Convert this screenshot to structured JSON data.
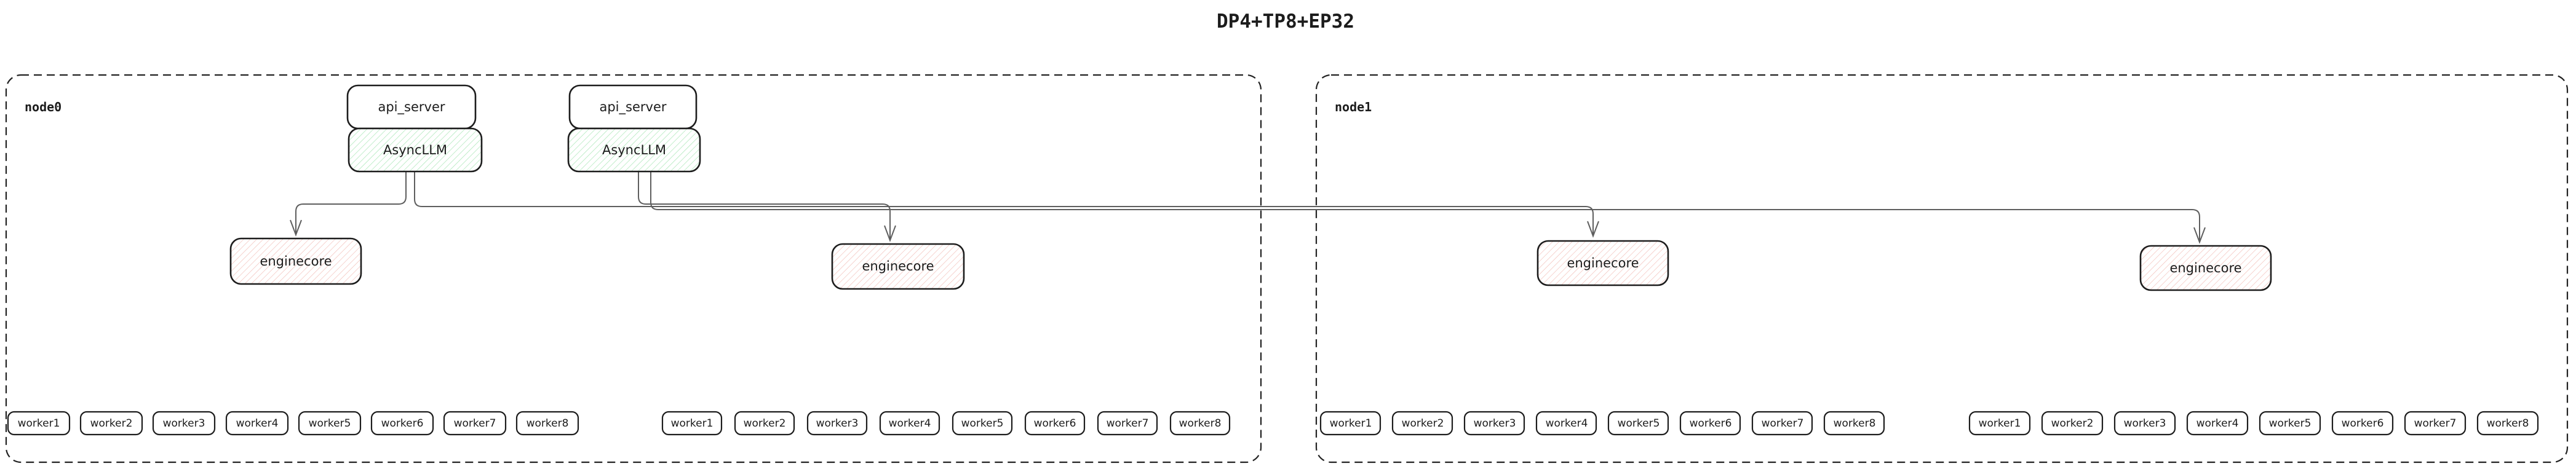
{
  "title": "DP4+TP8+EP32",
  "colors": {
    "background": "#ffffff",
    "box_border": "#1d1d1d",
    "node_border": "#222222",
    "asyncllm_hatch": "#a9e7b6",
    "enginecore_hatch": "#f2bcb6",
    "connector": "#5e5e5e",
    "text": "#1c1c1c"
  },
  "nodes": [
    {
      "label": "node0",
      "api_servers": [
        "api_server",
        "api_server"
      ],
      "asyncllms": [
        "AsyncLLM",
        "AsyncLLM"
      ],
      "enginecores": [
        "enginecore",
        "enginecore"
      ],
      "worker_groups": [
        [
          "worker1",
          "worker2",
          "worker3",
          "worker4",
          "worker5",
          "worker6",
          "worker7",
          "worker8"
        ],
        [
          "worker1",
          "worker2",
          "worker3",
          "worker4",
          "worker5",
          "worker6",
          "worker7",
          "worker8"
        ]
      ]
    },
    {
      "label": "node1",
      "enginecores": [
        "enginecore",
        "enginecore"
      ],
      "worker_groups": [
        [
          "worker1",
          "worker2",
          "worker3",
          "worker4",
          "worker5",
          "worker6",
          "worker7",
          "worker8"
        ],
        [
          "worker1",
          "worker2",
          "worker3",
          "worker4",
          "worker5",
          "worker6",
          "worker7",
          "worker8"
        ]
      ]
    }
  ]
}
